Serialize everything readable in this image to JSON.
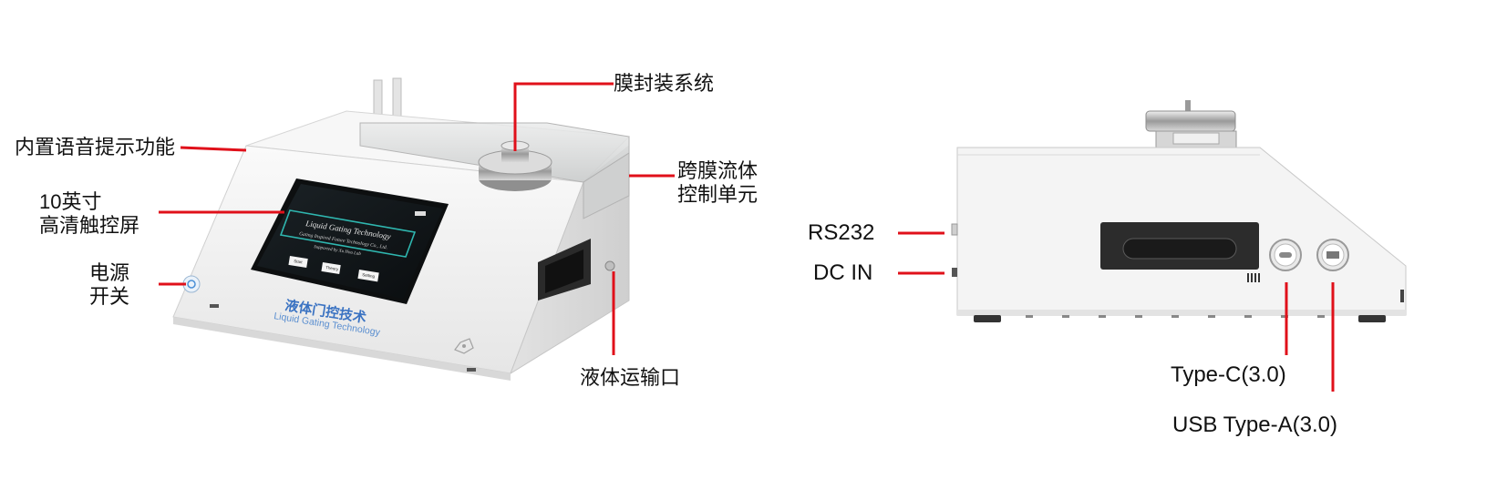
{
  "front_view": {
    "labels": {
      "membrane_sealing": "膜封装系统",
      "voice": "内置语音提示功能",
      "transmembrane_line1": "跨膜流体",
      "transmembrane_line2": "控制单元",
      "screen_line1": "10英寸",
      "screen_line2": "高清触控屏",
      "power_line1": "电源",
      "power_line2": "开关",
      "fluid_port": "液体运输口"
    },
    "screen": {
      "title": "Liquid Gating Technology",
      "subtitle": "Gating Inspired Future Technology Co., Ltd.",
      "supported": "Supported by Xu Hou Lab",
      "buttons": [
        "Start",
        "Theory",
        "Setting"
      ]
    },
    "brand": {
      "cn": "液体门控技术",
      "en": "Liquid Gating Technology"
    }
  },
  "side_view": {
    "labels": {
      "rs232": "RS232",
      "dc_in": "DC IN",
      "type_c": "Type-C(3.0)",
      "usb_a": "USB Type-A(3.0)"
    }
  },
  "colors": {
    "leader_line": "#e0101a",
    "body": "#f3f3f3",
    "screen_accent": "#2fb7b0"
  }
}
